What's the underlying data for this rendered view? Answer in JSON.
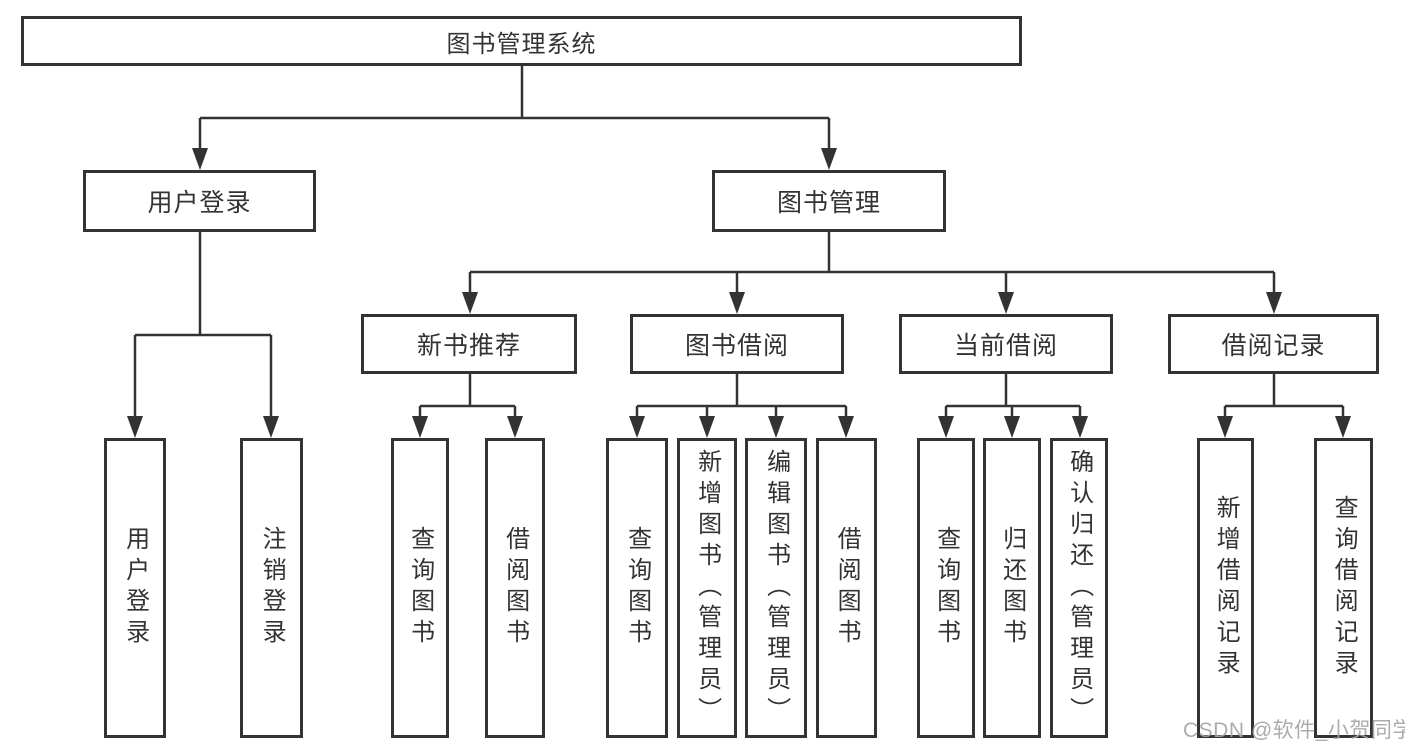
{
  "colors": {
    "line": "#333333",
    "border": "#333333",
    "text": "#333333",
    "background": "#ffffff",
    "watermark": "#a5a5a5"
  },
  "watermark": {
    "text": "CSDN @软件_小贺同学"
  },
  "tree": {
    "label": "图书管理系统",
    "children": [
      {
        "label": "用户登录",
        "children": [
          {
            "label": "用户登录"
          },
          {
            "label": "注销登录"
          }
        ]
      },
      {
        "label": "图书管理",
        "children": [
          {
            "label": "新书推荐",
            "children": [
              {
                "label": "查询图书"
              },
              {
                "label": "借阅图书"
              }
            ]
          },
          {
            "label": "图书借阅",
            "children": [
              {
                "label": "查询图书"
              },
              {
                "label": "新增图书（管理员）"
              },
              {
                "label": "编辑图书（管理员）"
              },
              {
                "label": "借阅图书"
              }
            ]
          },
          {
            "label": "当前借阅",
            "children": [
              {
                "label": "查询图书"
              },
              {
                "label": "归还图书"
              },
              {
                "label": "确认归还（管理员）"
              }
            ]
          },
          {
            "label": "借阅记录",
            "children": [
              {
                "label": "新增借阅记录"
              },
              {
                "label": "查询借阅记录"
              }
            ]
          }
        ]
      }
    ]
  }
}
